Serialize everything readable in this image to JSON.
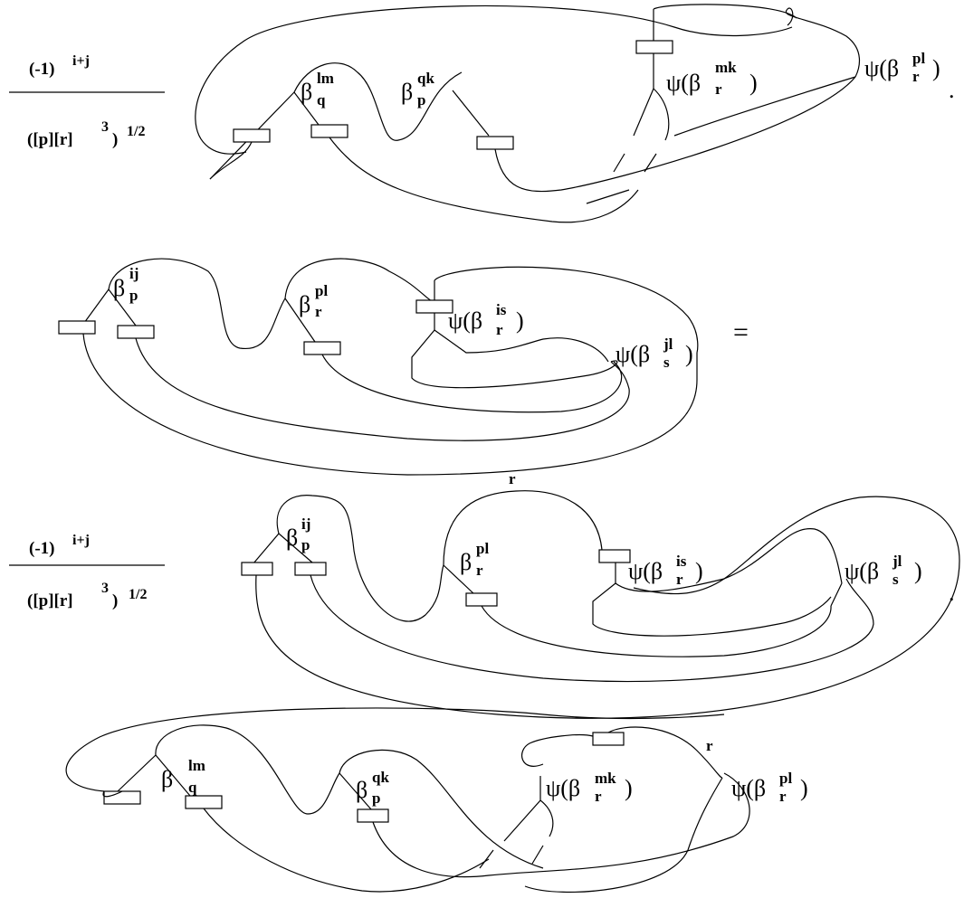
{
  "beta": "β",
  "psi_open": "ψ(β",
  "close": ")",
  "equals": "=",
  "period": ".",
  "strand_label": "r",
  "fraction": {
    "numerator": "(-1)",
    "numerator_exponent": "i+j",
    "denominator": "([p][r]",
    "denominator_cube": "3",
    "denominator_close": ")",
    "denominator_exponent": "1/2"
  },
  "labels": {
    "lm": "lm",
    "q": "q",
    "qk": "qk",
    "p": "p",
    "mk": "mk",
    "r": "r",
    "pl": "pl",
    "ij": "ij",
    "is": "is",
    "jl": "jl",
    "s": "s"
  }
}
